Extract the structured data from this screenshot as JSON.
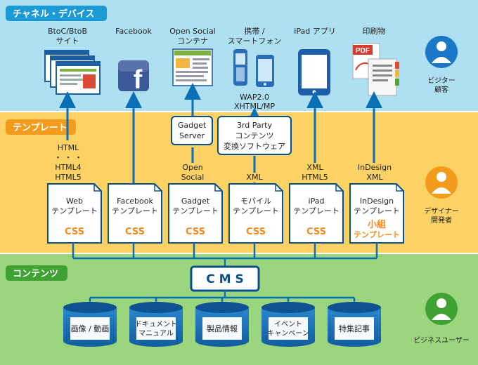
{
  "colors": {
    "channel_band": "#aee0f1",
    "template_band": "#fcd265",
    "content_band": "#9bd67f",
    "section_tab": "#1b9ad6",
    "section_tab_template": "#f29b1c",
    "section_tab_content": "#3fa334",
    "box_border": "#0b4f8a",
    "arrow": "#0b6fb3",
    "css_text": "#f28a1a",
    "db_blue": "#1a6fb5"
  },
  "sections": {
    "channel": "チャネル・デバイス",
    "template": "テンプレート",
    "content": "コンテンツ"
  },
  "personas": {
    "visitor": {
      "line1": "ビジター",
      "line2": "顧客"
    },
    "designer": {
      "line1": "デザイナー",
      "line2": "開発者"
    },
    "business": {
      "line1": "ビジネスユーザー"
    }
  },
  "channels": [
    {
      "line1": "BtoC/BtoB",
      "line2": "サイト",
      "icon": "website-stack-icon"
    },
    {
      "line1": "Facebook",
      "line2": "",
      "icon": "facebook-icon"
    },
    {
      "line1": "Open Social",
      "line2": "コンテナ",
      "icon": "social-page-icon"
    },
    {
      "line1": "携帯 /",
      "line2": "スマートフォン",
      "icon": "mobile-phones-icon"
    },
    {
      "line1": "iPad アプリ",
      "line2": "",
      "icon": "tablet-icon"
    },
    {
      "line1": "印刷物",
      "line2": "",
      "icon": "print-document-icon"
    }
  ],
  "middleware": {
    "gadget_server": {
      "line1": "Gadget",
      "line2": "Server"
    },
    "third_party": {
      "line1": "3rd Party",
      "line2": "コンテンツ",
      "line3": "変換ソフトウェア"
    }
  },
  "formats": {
    "html": [
      "HTML",
      "・ ・ ・",
      "HTML4",
      "HTML5"
    ],
    "open_social": [
      "Open",
      "Social"
    ],
    "xml": [
      "XML"
    ],
    "ipad": [
      "XML",
      "HTML5"
    ],
    "indesign": [
      "InDesign",
      "XML"
    ],
    "mobile_out": [
      "WAP2.0",
      "XHTML/MP"
    ]
  },
  "templates": [
    {
      "line1": "Web",
      "line2": "テンプレート",
      "tag": "CSS"
    },
    {
      "line1": "Facebook",
      "line2": "テンプレート",
      "tag": "CSS"
    },
    {
      "line1": "Gadget",
      "line2": "テンプレート",
      "tag": "CSS"
    },
    {
      "line1": "モバイル",
      "line2": "テンプレート",
      "tag": "CSS"
    },
    {
      "line1": "iPad",
      "line2": "テンプレート",
      "tag": "CSS"
    },
    {
      "line1": "InDesign",
      "line2": "テンプレート",
      "tag": "小組",
      "tag2": "テンプレート"
    }
  ],
  "cms": "C M S",
  "databases": [
    {
      "line1": "画像 / 動画",
      "line2": ""
    },
    {
      "line1": "ドキュメント",
      "line2": "マニュアル"
    },
    {
      "line1": "製品情報",
      "line2": ""
    },
    {
      "line1": "イベント",
      "line2": "キャンペーン"
    },
    {
      "line1": "特集記事",
      "line2": ""
    }
  ]
}
